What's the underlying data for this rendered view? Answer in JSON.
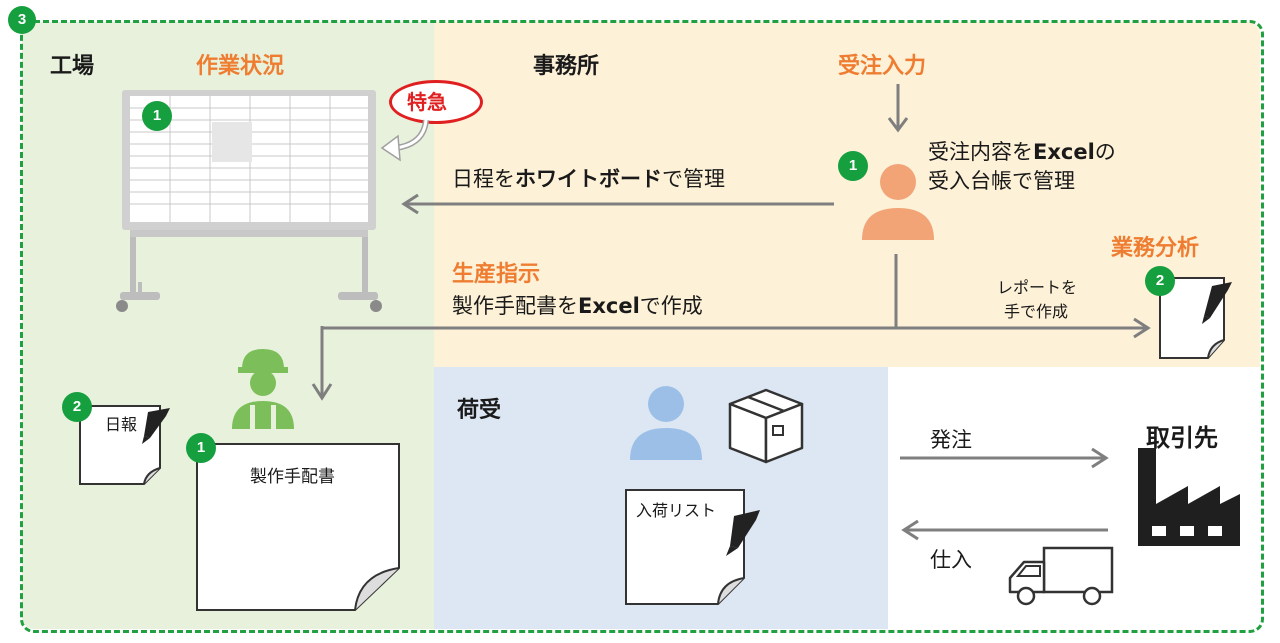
{
  "section_badge": "3",
  "factory": {
    "title": "工場",
    "work_status_label": "作業状況",
    "urgent_label": "特急",
    "whiteboard_badge": "1",
    "daily_report": {
      "label": "日報",
      "badge": "2"
    },
    "production_sheet": {
      "label": "製作手配書",
      "badge": "1"
    }
  },
  "office": {
    "title": "事務所",
    "order_entry_label": "受注入力",
    "order_text_line1_pre": "受注内容を",
    "order_text_line1_bold": "Excel",
    "order_text_line1_post": "の",
    "order_text_line2": "受入台帳で管理",
    "person_badge": "1",
    "schedule_pre": "日程を",
    "schedule_bold": "ホワイトボード",
    "schedule_post": "で管理",
    "production_instruction_label": "生産指示",
    "instruction_pre": "製作手配書を",
    "instruction_bold": "Excel",
    "instruction_post": "で作成",
    "business_analysis_label": "業務分析",
    "report_line1": "レポートを",
    "report_line2": "手で作成",
    "analysis_badge": "2"
  },
  "receiving": {
    "title": "荷受",
    "arrival_list_label": "入荷リスト"
  },
  "supplier": {
    "title": "取引先",
    "order_label": "発注",
    "purchase_label": "仕入"
  },
  "colors": {
    "factory_bg": "#e8f1dc",
    "office_bg": "#fdf1d8",
    "receiving_bg": "#dde7f3",
    "accent_orange": "#ee7d31",
    "badge_green": "#169f3f",
    "border_green": "#20a040",
    "arrow_gray": "#7f7f7f",
    "worker_green": "#7cbf5a",
    "person_orange": "#f2a477",
    "person_blue": "#9cbfe8",
    "urgent_red": "#e02020"
  }
}
